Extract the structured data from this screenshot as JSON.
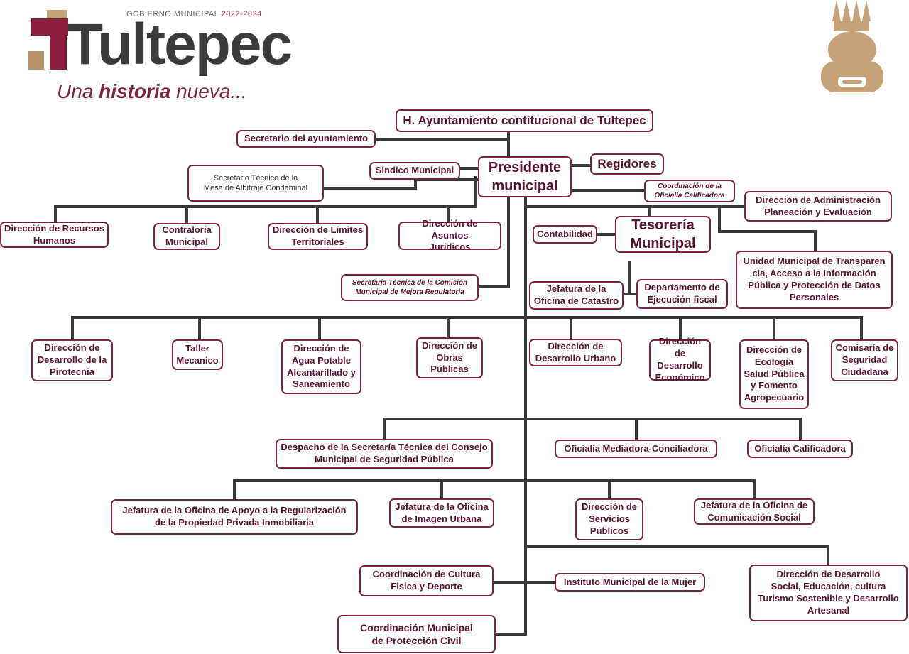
{
  "header": {
    "gov_label": "GOBIERNO MUNICIPAL",
    "gov_years": "2022-2024",
    "brand": "Tultepec",
    "slogan_pre": "Una ",
    "slogan_bold": "historia",
    "slogan_post": " nueva..."
  },
  "colors": {
    "accent": "#7a2440",
    "text": "#5b1230",
    "line": "#3a3a3a",
    "emblem": "#c6a27a"
  },
  "nodes": {
    "ayuntamiento": "H. Ayuntamiento contitucional de Tultepec",
    "secretario": "Secretario del ayuntamiento",
    "presidente": "Presidente\nmunicipal",
    "regidores": "Regidores",
    "sindico": "Sindico Municipal",
    "mesa": "Secretario Técnico de la\nMesa de Albitraje Condaminal",
    "coord_oficialia": "Coordinación de la\nOficialía Calificadora",
    "dir_admin": "Dirección de Administración\nPlaneación y Evaluación",
    "rec_humanos": "Dirección de Recursos\nHumanos",
    "contraloria": "Contraloría\nMunicipal",
    "limites": "Dirección de Límites\nTerritoriales",
    "juridicos": "Dirección de Asuntos\nJurídicos",
    "contabilidad": "Contabilidad",
    "tesoreria": "Tesorería\nMunicipal",
    "transparencia": "Unidad Municipal de Transparen\ncia, Acceso a la Información\nPública y Protección de Datos\nPersonales",
    "mejora": "Secretaria Técnica de la Comisión\nMunicipal de Mejora Regulatoria",
    "catastro": "Jefatura de la\nOficina de Catastro",
    "ejecucion": "Departamento de\nEjecución fiscal",
    "pirotecnia": "Dirección de\nDesarrollo de la\nPirotecnia",
    "taller": "Taller\nMecanico",
    "agua": "Dirección de\nAgua Potable\nAlcantarillado y\nSaneamiento",
    "obras": "Dirección de\nObras\nPúblicas",
    "urbano": "Dirección de\nDesarrollo Urbano",
    "economico": "Dirección de\nDesarrollo\nEconómico",
    "ecologia": "Dirección de\nEcología\nSalud Pública\ny Fomento\nAgropecuario",
    "seguridad": "Comisaría de\nSeguridad\nCiudadana",
    "despacho": "Despacho de la Secretaría Técnica del Consejo\nMunicipal de Seguridad Pública",
    "mediadora": "Oficialía Mediadora-Conciliadora",
    "calificadora": "Oficialía Calificadora",
    "regularizacion": "Jefatura de la Oficina de Apoyo a la Regularización\nde la Propiedad Privada Inmobiliaria",
    "imagen": "Jefatura de la Oficina\nde Imagen Urbana",
    "servicios": "Dirección de\nServicios\nPúblicos",
    "comunicacion": "Jefatura de la Oficina de\nComunicación Social",
    "cultura": "Coordinación de Cultura\nFisica y Deporte",
    "mujer": "Instituto Municipal de la Mujer",
    "desarrollo_social": "Dirección de Desarrollo\nSocial, Educación, cultura\nTurismo Sostenible y Desarrollo\nArtesanal",
    "proteccion": "Coordinación Municipal\nde Protección Civil"
  }
}
